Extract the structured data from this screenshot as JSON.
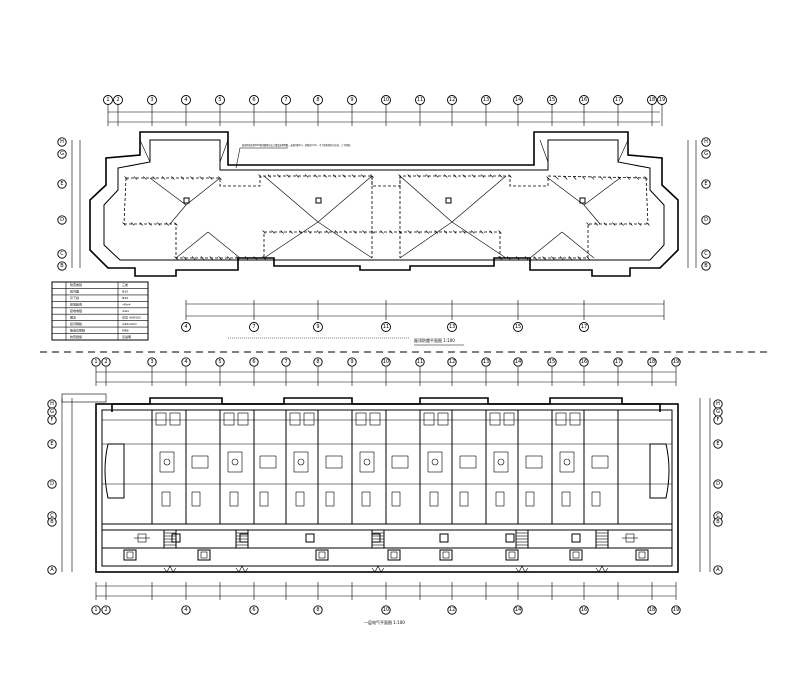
{
  "drawings": [
    {
      "id": "roof-lightning-plan",
      "top_axis_labels": [
        "1",
        "2",
        "3",
        "4",
        "5",
        "6",
        "7",
        "8",
        "9",
        "10",
        "11",
        "12",
        "13",
        "14",
        "15",
        "16",
        "17",
        "18",
        "19"
      ],
      "bottom_axis_labels": [
        "4",
        "7",
        "9",
        "11",
        "13",
        "15",
        "17"
      ],
      "side_axis_labels": [
        "H",
        "G",
        "E",
        "D",
        "C",
        "B"
      ],
      "caption": "屋顶防雷平面图 1:100"
    },
    {
      "id": "ground-floor-electrical-plan",
      "axis_labels": [
        "1",
        "2",
        "3",
        "4",
        "5",
        "6",
        "7",
        "8",
        "9",
        "10",
        "11",
        "12",
        "13",
        "14",
        "15",
        "16",
        "17",
        "18",
        "19"
      ],
      "side_axis_labels": [
        "H",
        "G",
        "F",
        "E",
        "D",
        "C",
        "B",
        "A"
      ],
      "caption": "一层电气平面图 1:100"
    }
  ],
  "design_notes": {
    "title": "防雷设计说明",
    "rows": [
      [
        "防雷类别",
        "三类"
      ],
      [
        "接闪器",
        "Φ10"
      ],
      [
        "引下线",
        "Φ10"
      ],
      [
        "接地装置",
        "-40x4"
      ],
      [
        "接地电阻",
        "≤1Ω"
      ],
      [
        "做法",
        "详见 99D562"
      ],
      [
        "接闪网格",
        "≤20x20m"
      ],
      [
        "等电位联结",
        "MEB"
      ],
      [
        "防雷措施",
        "见说明"
      ]
    ]
  },
  "roof_note": "屋顶防雷采用Φ10镀锌圆钢沿女儿墙及屋脊明敷，支架间距1m，转角处0.5m，引下线利用柱内主筋，上下焊通。"
}
